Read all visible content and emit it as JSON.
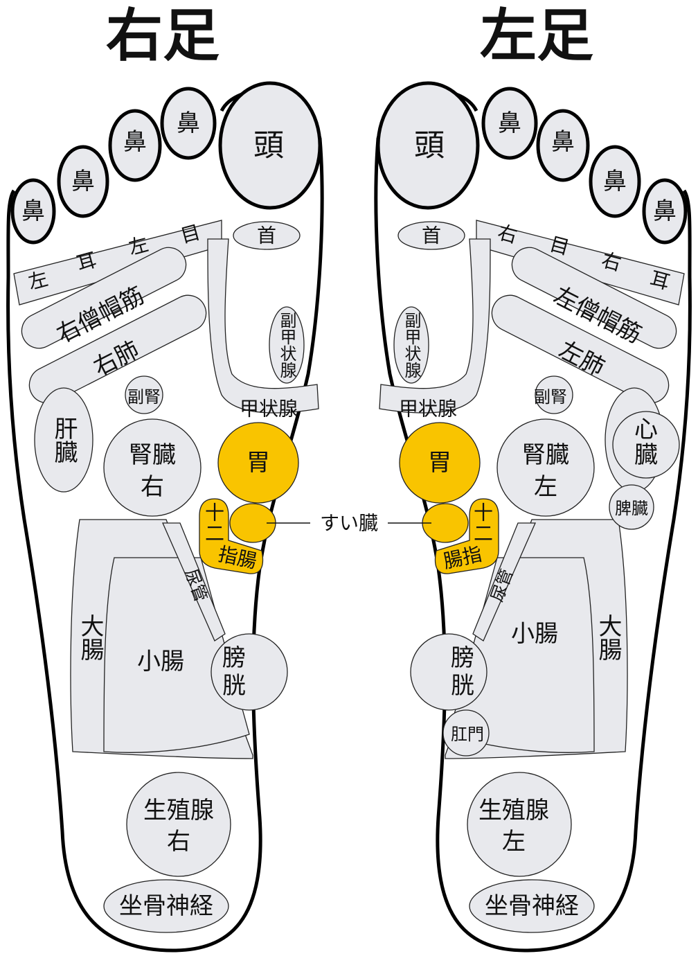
{
  "right_foot": {
    "title": "右足",
    "toes": [
      "鼻",
      "鼻",
      "鼻",
      "鼻"
    ],
    "head": "頭",
    "neck": "首",
    "eye_ear": [
      "左",
      "耳",
      "左",
      "目"
    ],
    "trapezius": "右僧帽筋",
    "lung": "右肺",
    "parathyroid": "副甲状腺",
    "thyroid": "甲状腺",
    "liver": "肝臓",
    "adrenal": "副腎",
    "kidney": [
      "腎臓",
      "右"
    ],
    "stomach": "胃",
    "duodenum": [
      "十",
      "二",
      "指腸"
    ],
    "ureter": "尿管",
    "large_intestine": "大腸",
    "small_intestine": "小腸",
    "bladder": [
      "膀",
      "胱"
    ],
    "gonad": [
      "生殖腺",
      "右"
    ],
    "sciatic": "坐骨神経"
  },
  "left_foot": {
    "title": "左足",
    "toes": [
      "鼻",
      "鼻",
      "鼻",
      "鼻"
    ],
    "head": "頭",
    "neck": "首",
    "eye_ear": [
      "右",
      "目",
      "右",
      "耳"
    ],
    "trapezius": "左僧帽筋",
    "lung": "左肺",
    "parathyroid": "副甲状腺",
    "thyroid": "甲状腺",
    "heart": [
      "心",
      "臓"
    ],
    "spleen": "脾臓",
    "adrenal": "副腎",
    "kidney": [
      "腎臓",
      "左"
    ],
    "stomach": "胃",
    "duodenum": [
      "十",
      "二",
      "腸指"
    ],
    "ureter": "尿管",
    "large_intestine": "大腸",
    "small_intestine": "小腸",
    "bladder": [
      "膀",
      "胱"
    ],
    "anus": "肛門",
    "gonad": [
      "生殖腺",
      "左"
    ],
    "sciatic": "坐骨神経"
  },
  "pancreas_label": "すい臓",
  "colors": {
    "zone": "#e8e9ed",
    "highlight": "#f9c400"
  }
}
